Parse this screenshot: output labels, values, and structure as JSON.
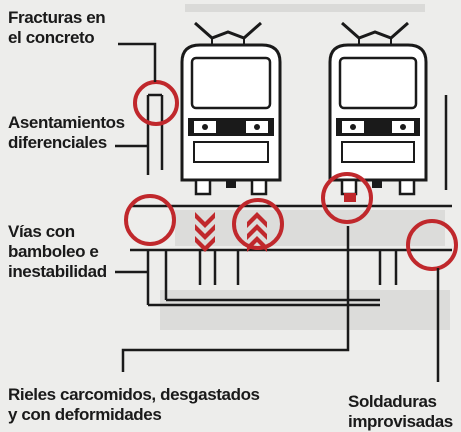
{
  "labels": {
    "fracturas": [
      "Fracturas en",
      "el concreto"
    ],
    "asentamientos": [
      "Asentamientos",
      "diferenciales"
    ],
    "vias": [
      "Vías con",
      "bamboleo e",
      "inestabilidad"
    ],
    "rieles": [
      "Rieles carcomidos, desgastados",
      "y con deformidades"
    ],
    "soldaduras": [
      "Soldaduras",
      "improvisadas"
    ]
  },
  "colors": {
    "highlight": "#c0282c",
    "line": "#1a1a1a",
    "background": "#ededeb",
    "train": "#ffffff"
  }
}
